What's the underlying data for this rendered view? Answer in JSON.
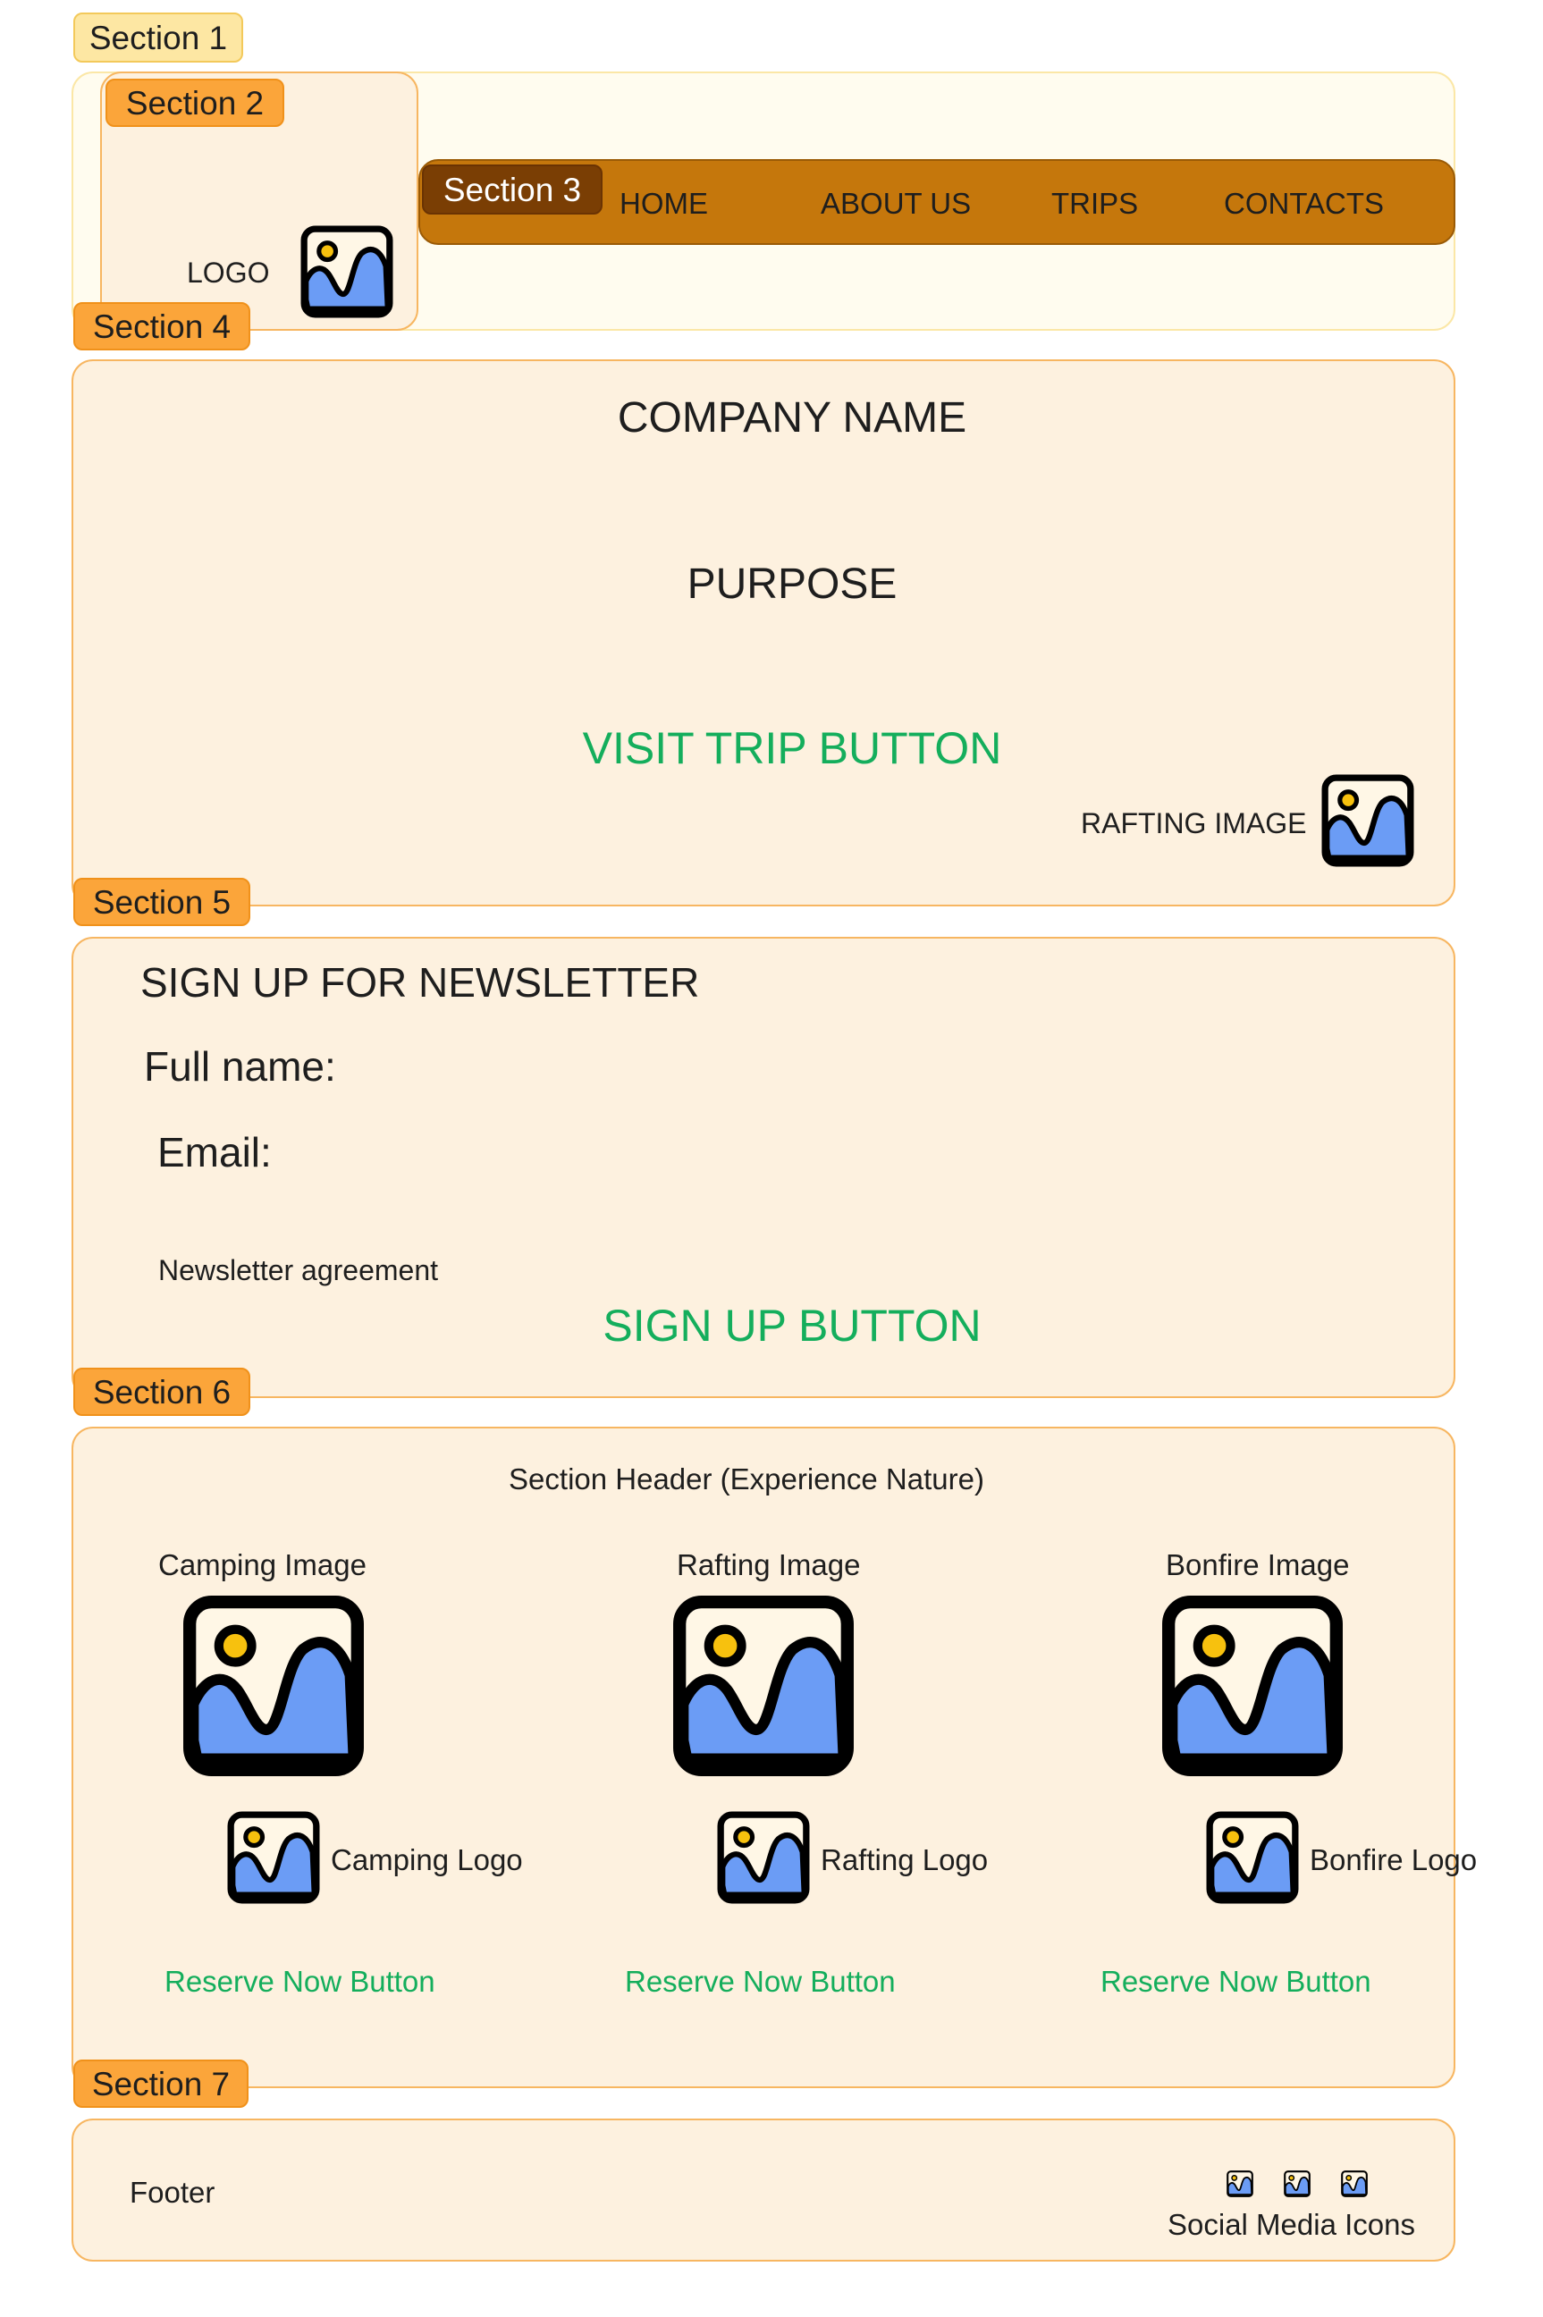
{
  "sections": {
    "s1": "Section 1",
    "s2": "Section 2",
    "s3": "Section 3",
    "s4": "Section 4",
    "s5": "Section 5",
    "s6": "Section 6",
    "s7": "Section 7"
  },
  "header": {
    "logo_label": "LOGO",
    "nav": [
      "HOME",
      "ABOUT US",
      "TRIPS",
      "CONTACTS"
    ]
  },
  "hero": {
    "company_name": "COMPANY NAME",
    "purpose": "PURPOSE",
    "visit_trip_button": "VISIT TRIP BUTTON",
    "rafting_image_label": "RAFTING IMAGE"
  },
  "newsletter": {
    "title": "SIGN UP FOR NEWSLETTER",
    "full_name_label": "Full name:",
    "email_label": "Email:",
    "agreement": "Newsletter agreement",
    "sign_up_button": "SIGN UP BUTTON"
  },
  "experience": {
    "header": "Section Header (Experience Nature)",
    "cards": [
      {
        "image_label": "Camping Image",
        "logo_label": "Camping Logo",
        "button": "Reserve Now Button"
      },
      {
        "image_label": "Rafting Image",
        "logo_label": "Rafting Logo",
        "button": "Reserve Now Button"
      },
      {
        "image_label": "Bonfire Image",
        "logo_label": "Bonfire Logo",
        "button": "Reserve Now Button"
      }
    ]
  },
  "footer": {
    "label": "Footer",
    "social_label": "Social Media Icons"
  },
  "icons": {
    "image_placeholder": "image-placeholder-icon"
  },
  "colors": {
    "section_tag_orange": "#fba53a",
    "section_tag_pale": "#fde7a3",
    "navbar": "#c5770c",
    "section_3_tag": "#7a3e04",
    "panel_fill": "#fdf1df",
    "panel_border": "#f7b661",
    "button_text_green": "#14ae5c",
    "icon_blue": "#6b9cf5",
    "icon_sun": "#f7c10e"
  }
}
